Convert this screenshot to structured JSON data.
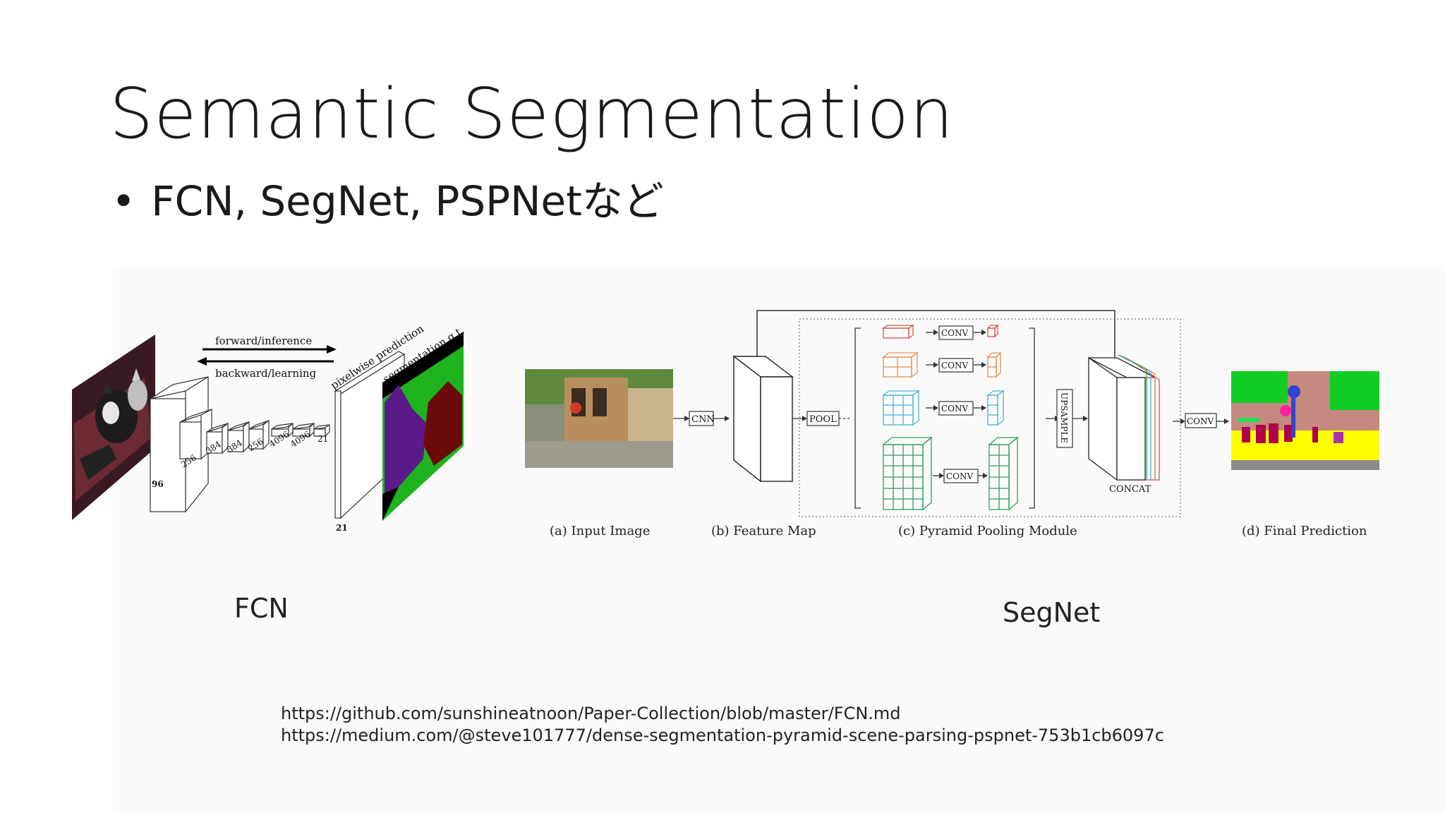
{
  "slide": {
    "title": "Semantic Segmentation",
    "bullet": "FCN, SegNet, PSPNetなど",
    "bullet_marker": "•"
  },
  "fcn_figure": {
    "arrow_forward": "forward/inference",
    "arrow_backward": "backward/learning",
    "label_prediction": "pixelwise prediction",
    "label_gt": "segmentation g.t.",
    "channels": [
      "96",
      "256",
      "384",
      "384",
      "256",
      "4096",
      "4096",
      "21"
    ],
    "bottom_label": "21",
    "caption": "FCN"
  },
  "pspnet_figure": {
    "box_cnn": "CNN",
    "box_pool": "POOL",
    "box_conv": "CONV",
    "box_upsample": "UPSAMPLE",
    "concat_label": "CONCAT",
    "box_conv_final": "CONV",
    "sub_a": "(a) Input Image",
    "sub_b": "(b) Feature Map",
    "sub_c": "(c) Pyramid Pooling Module",
    "sub_d": "(d) Final Prediction",
    "caption": "SegNet",
    "colors": {
      "red": "#d9534f",
      "orange": "#e8924a",
      "cyan": "#3fb8d8",
      "green": "#2e9e5e"
    }
  },
  "references": [
    "https://github.com/sunshineatnoon/Paper-Collection/blob/master/FCN.md",
    "https://medium.com/@steve101777/dense-segmentation-pyramid-scene-parsing-pspnet-753b1cb6097c"
  ]
}
